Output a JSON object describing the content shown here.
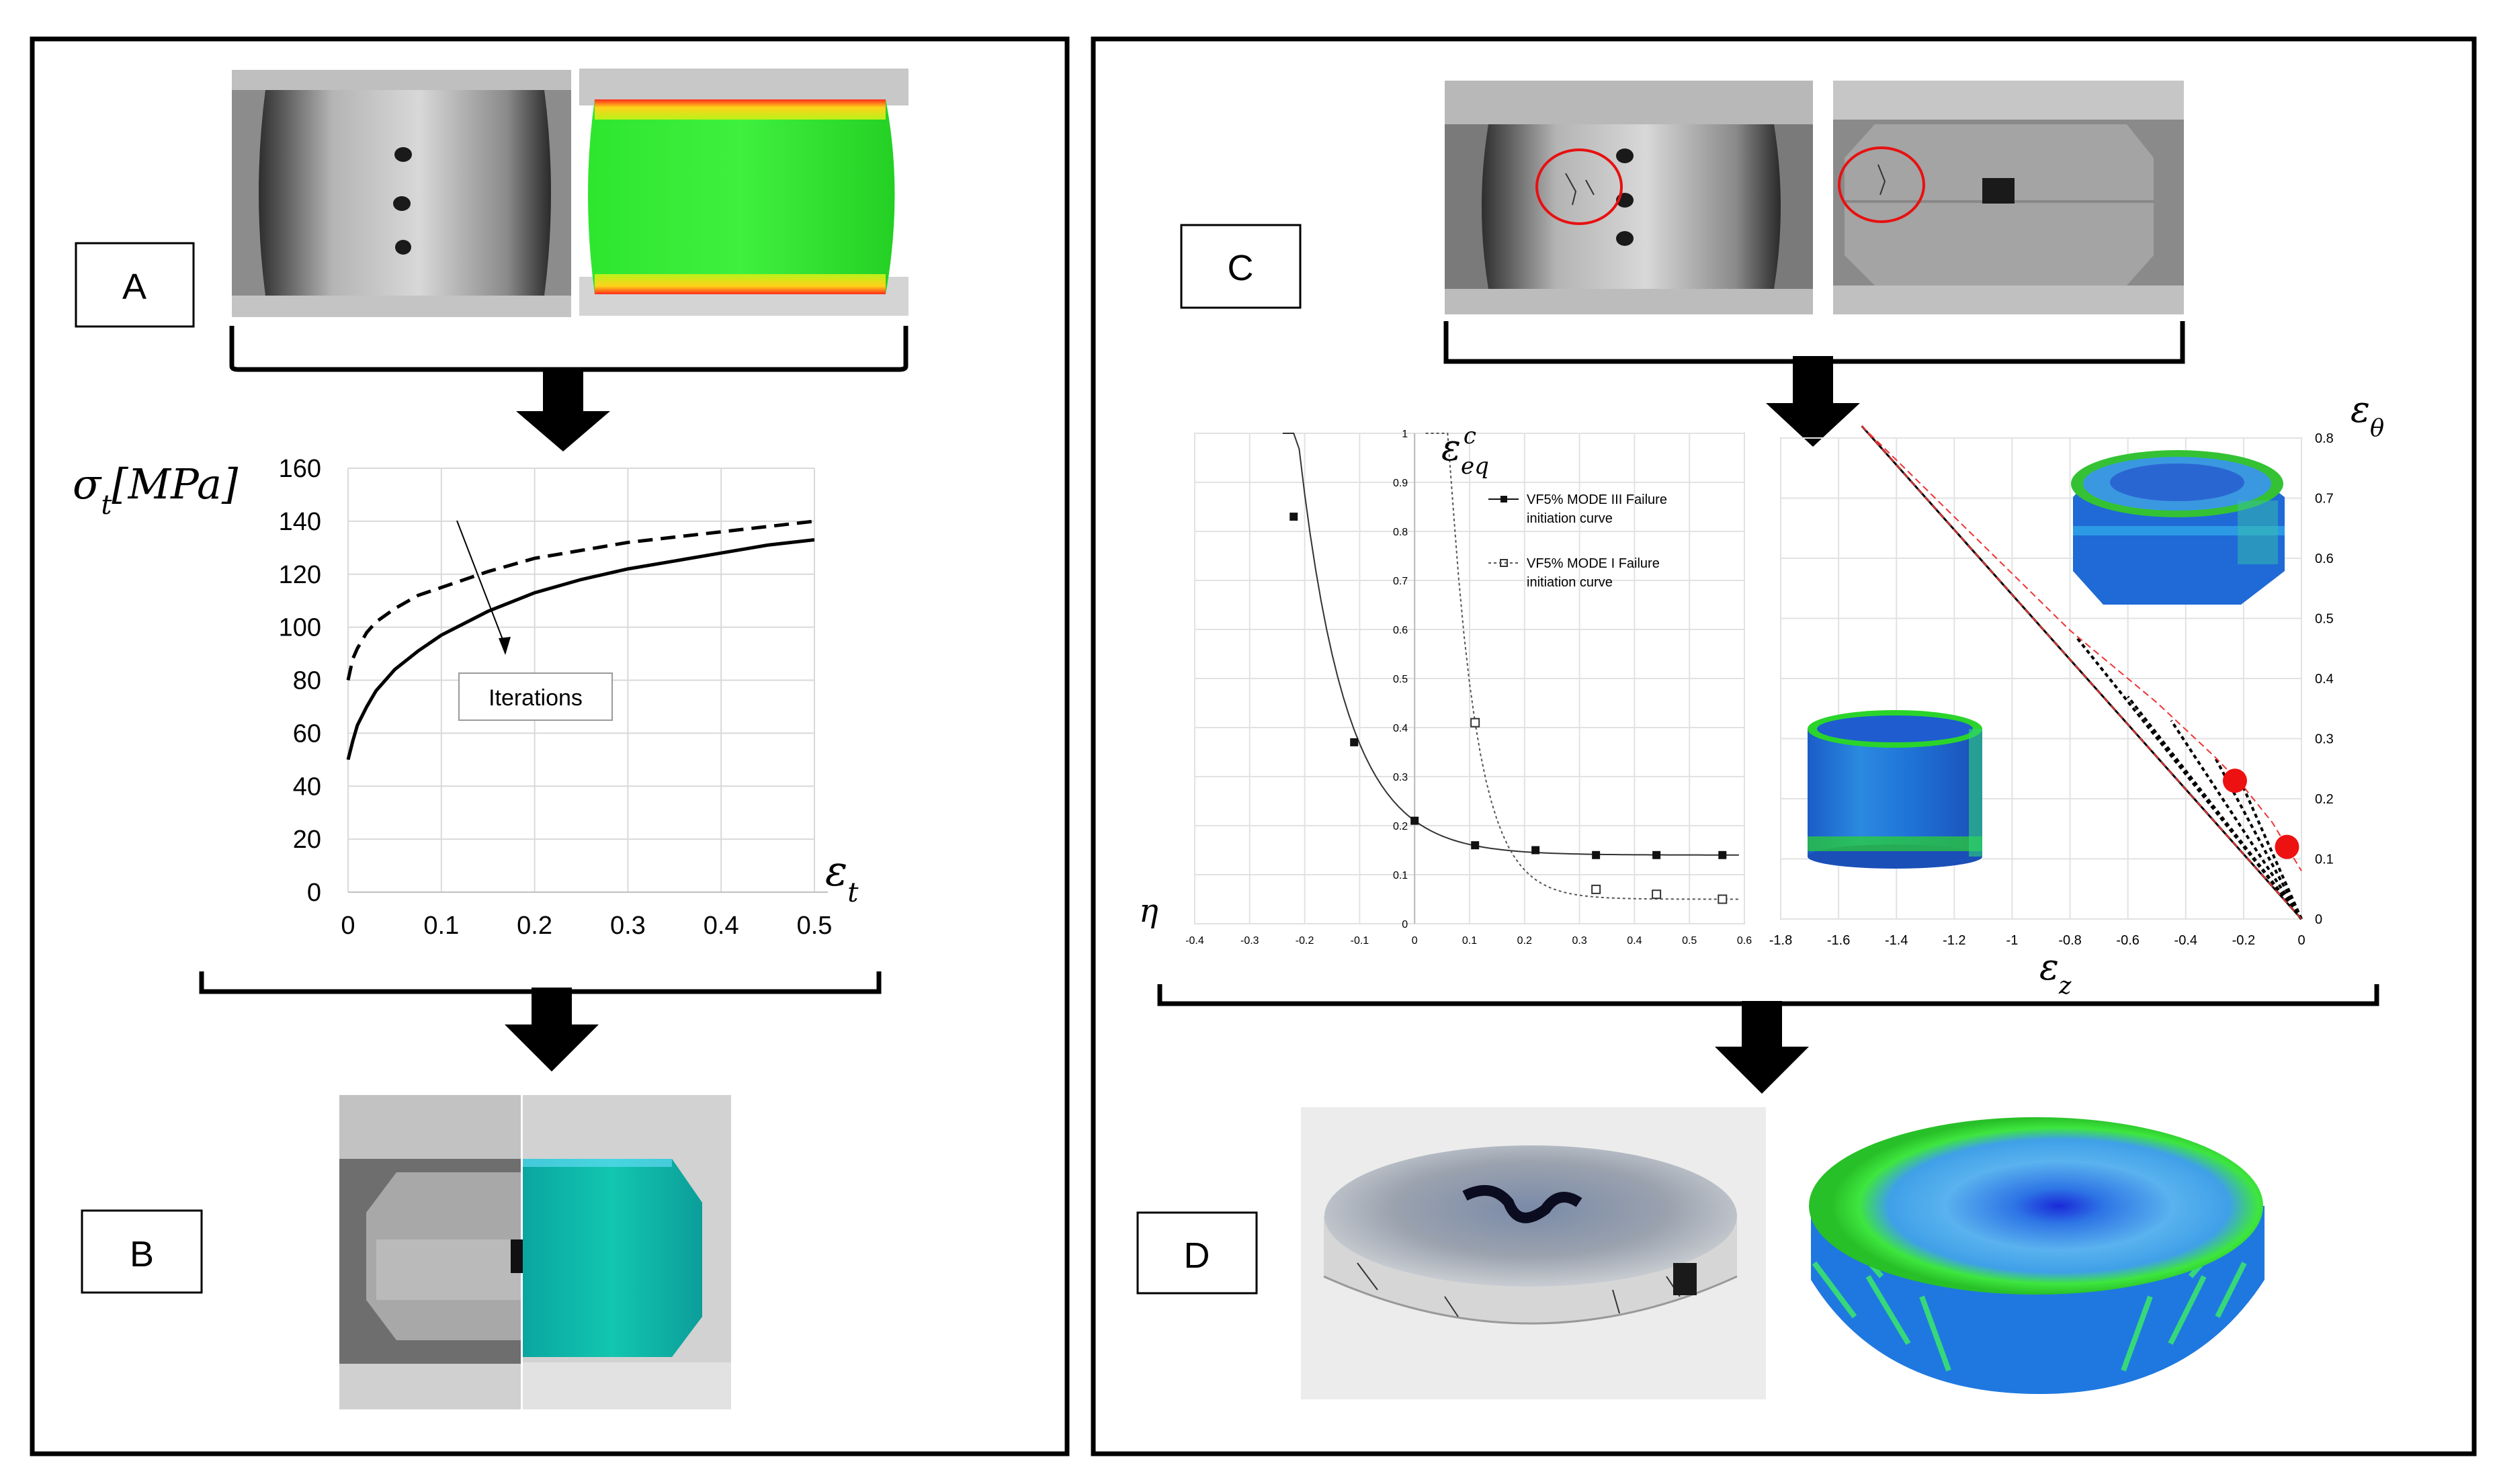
{
  "panels": {
    "A": {
      "label": "A"
    },
    "B": {
      "label": "B"
    },
    "C": {
      "label": "C"
    },
    "D": {
      "label": "D"
    }
  },
  "chart_data": [
    {
      "type": "line",
      "xlabel": "ε_t",
      "ylabel": "σ_t[MPa]",
      "xlim": [
        0,
        0.5
      ],
      "ylim": [
        0,
        160
      ],
      "x_ticks": [
        "0",
        "0.1",
        "0.2",
        "0.3",
        "0.4",
        "0.5"
      ],
      "y_ticks": [
        "0",
        "20",
        "40",
        "60",
        "80",
        "100",
        "120",
        "140",
        "160"
      ],
      "grid": true,
      "annotation": "Iterations",
      "series": [
        {
          "style": "dashed",
          "x": [
            0,
            0.005,
            0.01,
            0.02,
            0.03,
            0.05,
            0.075,
            0.1,
            0.15,
            0.2,
            0.25,
            0.3,
            0.35,
            0.4,
            0.45,
            0.5
          ],
          "y": [
            80,
            88,
            92,
            98,
            102,
            107,
            112,
            115,
            121,
            126,
            129,
            132,
            134,
            136,
            138,
            140
          ]
        },
        {
          "style": "solid",
          "x": [
            0,
            0.005,
            0.01,
            0.02,
            0.03,
            0.05,
            0.075,
            0.1,
            0.15,
            0.2,
            0.25,
            0.3,
            0.35,
            0.4,
            0.45,
            0.5
          ],
          "y": [
            50,
            57,
            63,
            70,
            76,
            84,
            91,
            97,
            106,
            113,
            118,
            122,
            125,
            128,
            131,
            133
          ]
        }
      ]
    },
    {
      "type": "scatter",
      "xlabel": "η",
      "ylabel": "ε_eq^c",
      "xlim": [
        -0.4,
        0.6
      ],
      "ylim": [
        0,
        1
      ],
      "x_ticks": [
        "-0.4",
        "-0.3",
        "-0.2",
        "-0.1",
        "0",
        "0.1",
        "0.2",
        "0.3",
        "0.4",
        "0.5",
        "0.6"
      ],
      "y_ticks": [
        "0",
        "0.1",
        "0.2",
        "0.3",
        "0.4",
        "0.5",
        "0.6",
        "0.7",
        "0.8",
        "0.9",
        "1"
      ],
      "grid": true,
      "legend_position": "top-right",
      "series": [
        {
          "name": "VF5% MODE III Failure initiation curve",
          "points_x": [
            -0.22,
            -0.11,
            0,
            0.11,
            0.22,
            0.33,
            0.44,
            0.56
          ],
          "points_y": [
            0.83,
            0.37,
            0.21,
            0.16,
            0.15,
            0.14,
            0.14,
            0.14
          ]
        },
        {
          "name": "VF5% MODE I Failure initiation curve",
          "points_x": [
            0.11,
            0.33,
            0.44,
            0.56
          ],
          "points_y": [
            0.41,
            0.07,
            0.06,
            0.05
          ]
        }
      ]
    },
    {
      "type": "line",
      "xlabel": "ε_z",
      "ylabel": "ε_θ",
      "xlim": [
        -1.8,
        0
      ],
      "ylim": [
        0,
        0.8
      ],
      "x_ticks": [
        "-1.8",
        "-1.6",
        "-1.4",
        "-1.2",
        "-1",
        "-0.8",
        "-0.6",
        "-0.4",
        "-0.2",
        "0"
      ],
      "y_ticks": [
        "0",
        "0.1",
        "0.2",
        "0.3",
        "0.4",
        "0.5",
        "0.6",
        "0.7",
        "0.8"
      ],
      "failure_points": [
        {
          "x": -0.23,
          "y": 0.23
        },
        {
          "x": -0.05,
          "y": 0.12
        }
      ]
    }
  ]
}
